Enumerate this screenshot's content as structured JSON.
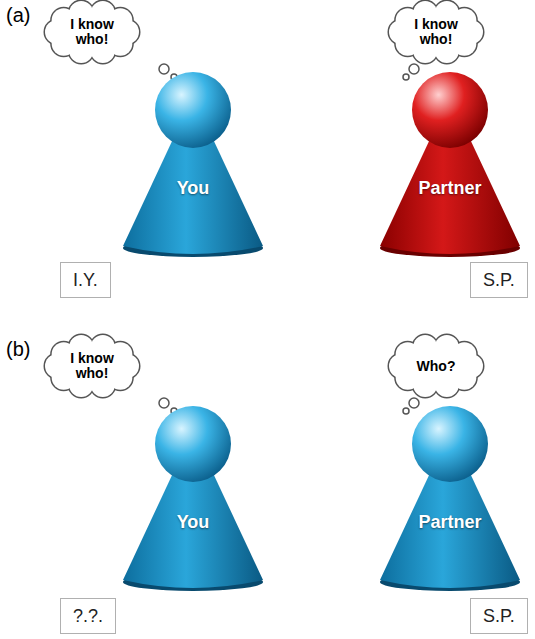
{
  "diagram": {
    "nodes": [
      {
        "text": [
          "I know who!"
        ]
      },
      {
        "text": [
          "I know who!"
        ]
      },
      {
        "text": [
          "You"
        ]
      },
      {
        "text": [
          "Partner"
        ]
      },
      {
        "text": [
          "I.Y."
        ]
      },
      {
        "text": [
          "S.P."
        ]
      },
      {
        "text": [
          "I know who!"
        ]
      },
      {
        "text": [
          "Who?"
        ]
      },
      {
        "text": [
          "You"
        ]
      },
      {
        "text": [
          "Partner"
        ]
      },
      {
        "text": [
          "?.?."
        ]
      },
      {
        "text": [
          "S.P."
        ]
      }
    ],
    "labels": [
      "(a)",
      "(b)"
    ]
  }
}
